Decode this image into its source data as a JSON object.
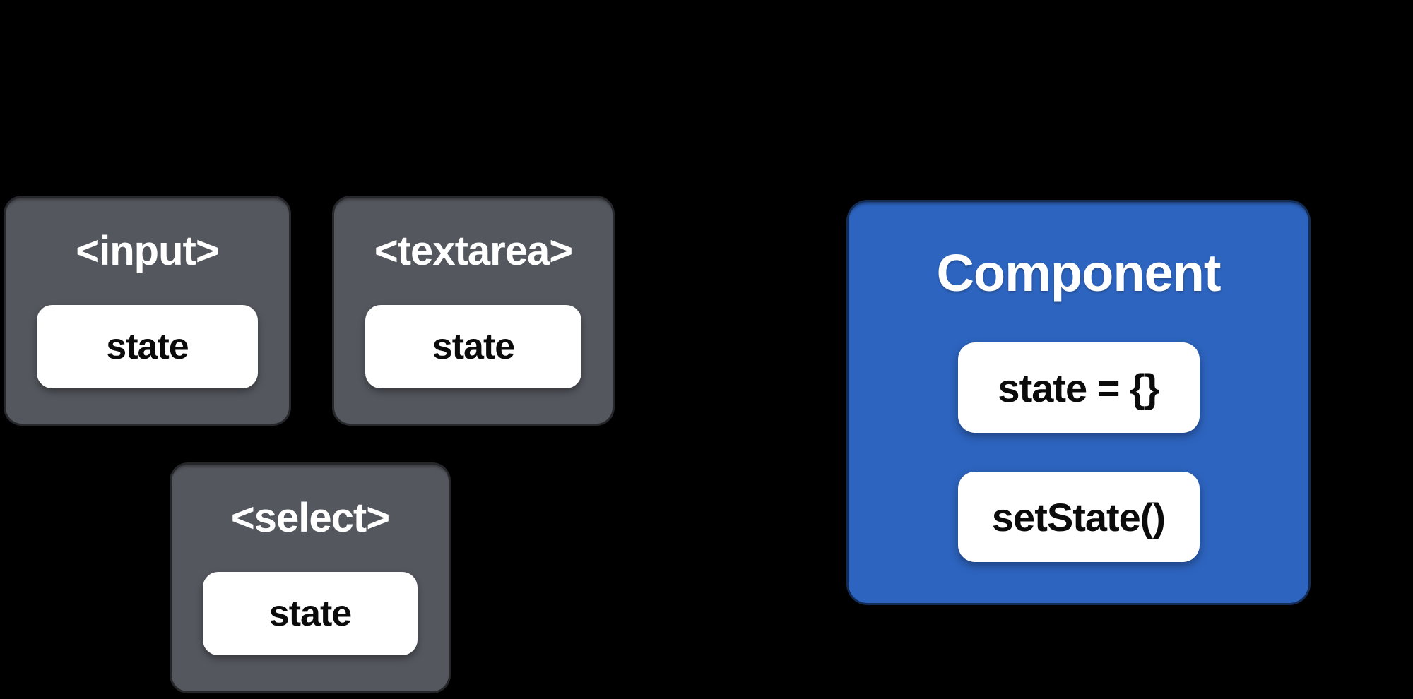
{
  "colors": {
    "background": "#000000",
    "element_box": "#54575e",
    "component_box": "#2d64bf",
    "pill": "#ffffff",
    "pill_text": "#0b0b0b",
    "box_text": "#ffffff"
  },
  "diagram": {
    "form_elements": [
      {
        "tag": "<input>",
        "state_label": "state"
      },
      {
        "tag": "<textarea>",
        "state_label": "state"
      },
      {
        "tag": "<select>",
        "state_label": "state"
      }
    ],
    "component": {
      "title": "Component",
      "members": [
        {
          "label": "state = {}"
        },
        {
          "label": "setState()"
        }
      ]
    }
  }
}
